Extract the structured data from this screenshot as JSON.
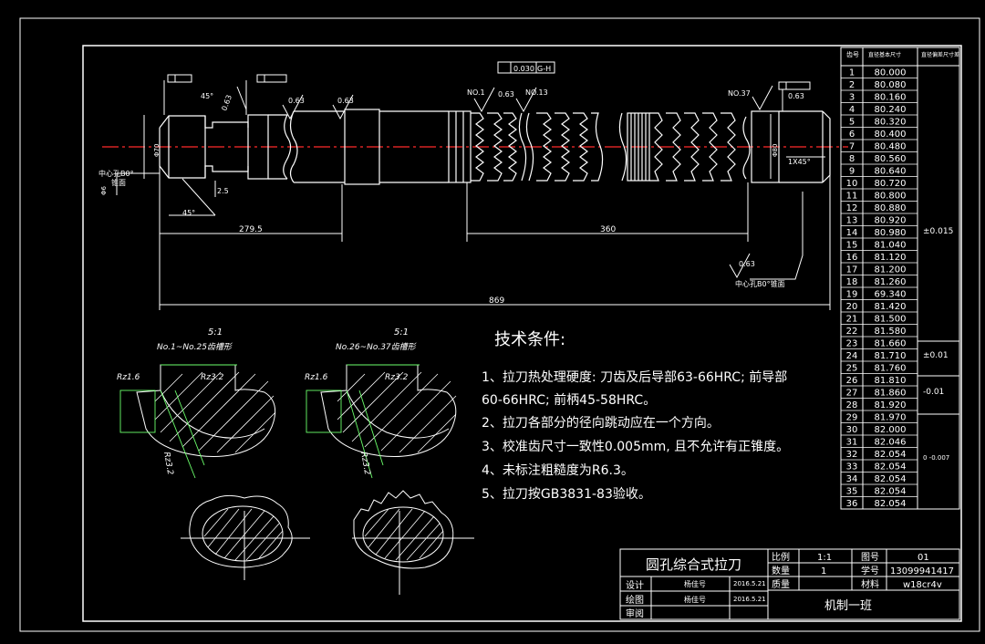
{
  "drawing": {
    "colors": {
      "background": "#000000",
      "line": "#ffffff",
      "centerline": "#ff2a2a"
    },
    "top_annotations": {
      "runout_tolerance": "0.030",
      "runout_datum": "G-H",
      "tooth_labels": [
        "NO.1",
        "NO.13",
        "NO.37"
      ],
      "roughness": [
        "0.63",
        "0.63",
        "0.63",
        "0.63",
        "0.63",
        "0.63"
      ],
      "center_hole_left": "中心孔B0°",
      "center_hole_left_2": "锥面",
      "center_hole_right": "中心孔B0°锥面",
      "chamfer": "1X45°",
      "angle_labels": [
        "45°",
        "45°",
        "2.5"
      ],
      "dimensions": [
        "279.5",
        "360",
        "869"
      ],
      "diameter_labels": [
        "Φ6",
        "Φ70",
        "Φ80"
      ]
    },
    "details": {
      "scale_left": "5:1",
      "title_left": "No.1~No.25齿槽形",
      "scale_right": "5:1",
      "title_right": "No.26~No.37齿槽形",
      "roughness_labels": [
        "Rz1.6",
        "Rz3.2",
        "Rz3.2"
      ]
    },
    "technical_conditions": {
      "title": "技术条件:",
      "lines": [
        "1、拉刀热处理硬度: 刀齿及后导部63-66HRC; 前导部",
        "60-66HRC; 前柄45-58HRC。",
        "2、拉刀各部分的径向跳动应在一个方向。",
        "3、校准齿尺寸一致性0.005mm, 且不允许有正锥度。",
        "4、未标注粗糙度为R6.3。",
        "5、拉刀按GB3831-83验收。"
      ]
    },
    "tooth_table": {
      "headers": [
        "齿号",
        "直径基本尺寸",
        "直径偏差尺寸差"
      ],
      "rows": [
        [
          "1",
          "80.000"
        ],
        [
          "2",
          "80.080"
        ],
        [
          "3",
          "80.160"
        ],
        [
          "4",
          "80.240"
        ],
        [
          "5",
          "80.320"
        ],
        [
          "6",
          "80.400"
        ],
        [
          "7",
          "80.480"
        ],
        [
          "8",
          "80.560"
        ],
        [
          "9",
          "80.640"
        ],
        [
          "10",
          "80.720"
        ],
        [
          "11",
          "80.800"
        ],
        [
          "12",
          "80.880"
        ],
        [
          "13",
          "80.920"
        ],
        [
          "14",
          "80.980"
        ],
        [
          "15",
          "81.040"
        ],
        [
          "16",
          "81.120"
        ],
        [
          "17",
          "81.200"
        ],
        [
          "18",
          "81.260"
        ],
        [
          "19",
          "69.340"
        ],
        [
          "20",
          "81.420"
        ],
        [
          "21",
          "81.500"
        ],
        [
          "22",
          "81.580"
        ],
        [
          "23",
          "81.660"
        ],
        [
          "24",
          "81.710"
        ],
        [
          "25",
          "81.760"
        ],
        [
          "26",
          "81.810"
        ],
        [
          "27",
          "81.860"
        ],
        [
          "28",
          "81.920"
        ],
        [
          "29",
          "81.970"
        ],
        [
          "30",
          "82.000"
        ],
        [
          "31",
          "82.046"
        ],
        [
          "32",
          "82.054"
        ],
        [
          "33",
          "82.054"
        ],
        [
          "34",
          "82.054"
        ],
        [
          "35",
          "82.054"
        ],
        [
          "36",
          "82.054"
        ]
      ],
      "tolerance_groups": [
        {
          "text": "±0.015"
        },
        {
          "text": "±0.01"
        },
        {
          "text": "-0.01"
        },
        {
          "text": "0\n-0.007"
        }
      ]
    },
    "title_block": {
      "name": "圆孔综合式拉刀",
      "scale_label": "比例",
      "scale_value": "1:1",
      "drawing_no_label": "图号",
      "drawing_no_value": "01",
      "quantity_label": "数量",
      "quantity_value": "1",
      "student_no_label": "学号",
      "student_no_value": "13099941417",
      "design_label": "设计",
      "design_name": "杨佳号",
      "design_date": "2016.5.21",
      "draw_label": "绘图",
      "draw_name": "杨佳号",
      "draw_date": "2016.5.21",
      "review_label": "审阅",
      "weight_label": "质量",
      "material_label": "材料",
      "material_value": "w18cr4v",
      "class_name": "机制一班"
    }
  }
}
